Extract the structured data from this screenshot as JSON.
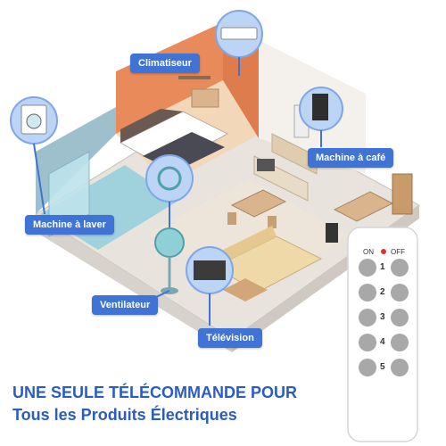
{
  "labels": {
    "climatiseur": "Climatiseur",
    "machine_cafe": "Machine à café",
    "machine_laver": "Machine à laver",
    "ventilateur": "Ventilateur",
    "television": "Télévision"
  },
  "headline": {
    "line1": "UNE SEULE TÉLÉCOMMANDE POUR",
    "line2": "Tous les Produits Électriques"
  },
  "remote": {
    "on": "ON",
    "off": "OFF",
    "buttons": [
      "1",
      "2",
      "3",
      "4",
      "5"
    ]
  },
  "colors": {
    "accent": "#3f73d6",
    "headline": "#2a5cc4"
  }
}
